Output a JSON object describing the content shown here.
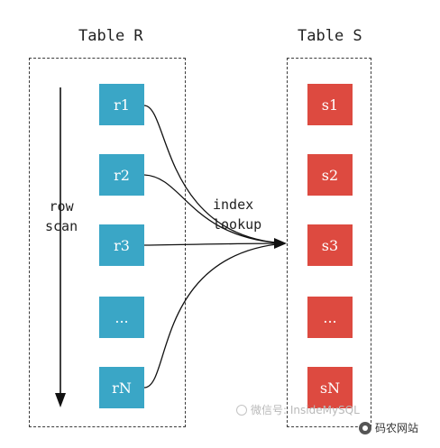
{
  "diagram": {
    "table_r": {
      "title": "Table R",
      "cells": [
        "r1",
        "r2",
        "r3",
        "...",
        "rN"
      ]
    },
    "table_s": {
      "title": "Table S",
      "cells": [
        "s1",
        "s2",
        "s3",
        "...",
        "sN"
      ]
    },
    "scan_label_line1": "row",
    "scan_label_line2": "scan",
    "lookup_label_line1": "index",
    "lookup_label_line2": "lookup",
    "colors": {
      "table_r_cell": "#3aa6c6",
      "table_s_cell": "#dd4a40",
      "line": "#111111",
      "border": "#3a3a3a"
    }
  },
  "watermark": {
    "text": "微信号: InsideMySQL",
    "icon": "wechat-icon"
  },
  "badge": {
    "text": "码农网站",
    "icon": "badge-logo-icon"
  }
}
